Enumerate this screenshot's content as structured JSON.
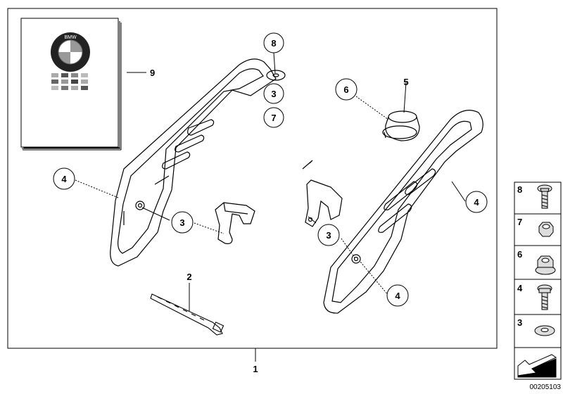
{
  "diagram": {
    "brand_logo_letters": "BMW",
    "callouts": {
      "part_1": "1",
      "part_2": "2",
      "part_3a": "3",
      "part_3b": "3",
      "part_3c": "3",
      "part_4a": "4",
      "part_4b": "4",
      "part_4c": "4",
      "part_5": "5",
      "part_6": "6",
      "part_7": "7",
      "part_8": "8",
      "part_9": "9"
    },
    "legend": {
      "items": [
        {
          "number": "8",
          "icon": "screw-icon"
        },
        {
          "number": "7",
          "icon": "hex-nut-icon"
        },
        {
          "number": "6",
          "icon": "flange-nut-icon"
        },
        {
          "number": "4",
          "icon": "bolt-icon"
        },
        {
          "number": "3",
          "icon": "washer-icon"
        }
      ],
      "last_icon": "arrow-plate-icon"
    },
    "reference": "00205103"
  }
}
